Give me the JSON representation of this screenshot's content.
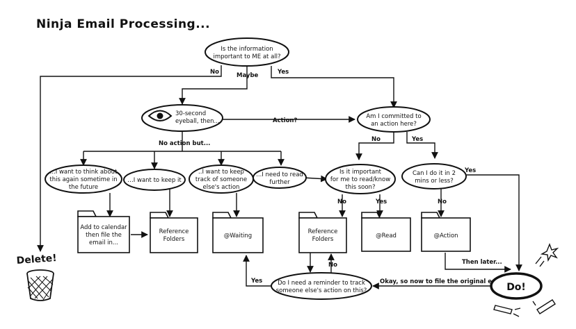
{
  "title": "Ninja Email Processing...",
  "nodes": {
    "important": [
      "Is the information",
      "important to ME at all?"
    ],
    "eyeball": [
      "30-second",
      "eyeball, then..."
    ],
    "committed": [
      "Am I committed to",
      "an action here?"
    ],
    "think": [
      "...I want to think about",
      "this again sometime in",
      "the future"
    ],
    "keep": [
      "…I want to keep it"
    ],
    "track": [
      "..I want to keep",
      "track of someone",
      "else's action"
    ],
    "readfurther": [
      "...I need to read",
      "further"
    ],
    "readsoon": [
      "Is it important",
      "for me to read/know",
      "this soon?"
    ],
    "twomins": [
      "Can I do it in 2",
      "mins or less?"
    ],
    "reminder": [
      "Do I need a reminder to track",
      "someone else's action on this?"
    ],
    "do": "Do!"
  },
  "folders": {
    "calendar": [
      "Add to calendar",
      "then file the",
      "email in..."
    ],
    "reference1": [
      "Reference",
      "Folders"
    ],
    "waiting": [
      "@Waiting"
    ],
    "reference2": [
      "Reference",
      "Folders"
    ],
    "read": [
      "@Read"
    ],
    "action": [
      "@Action"
    ]
  },
  "labels": {
    "no_top": "No",
    "maybe": "Maybe",
    "yes_top": "Yes",
    "action_q": "Action?",
    "no_action": "No action but...",
    "no_commit": "No",
    "yes_commit": "Yes",
    "yes_two": "Yes",
    "no_read": "No",
    "yes_read": "Yes",
    "no_two": "No",
    "no_remind": "No",
    "yes_remind": "Yes",
    "then_later": "Then later...",
    "file_original": "Okay, so now to file the original email",
    "delete": "Delete!"
  }
}
